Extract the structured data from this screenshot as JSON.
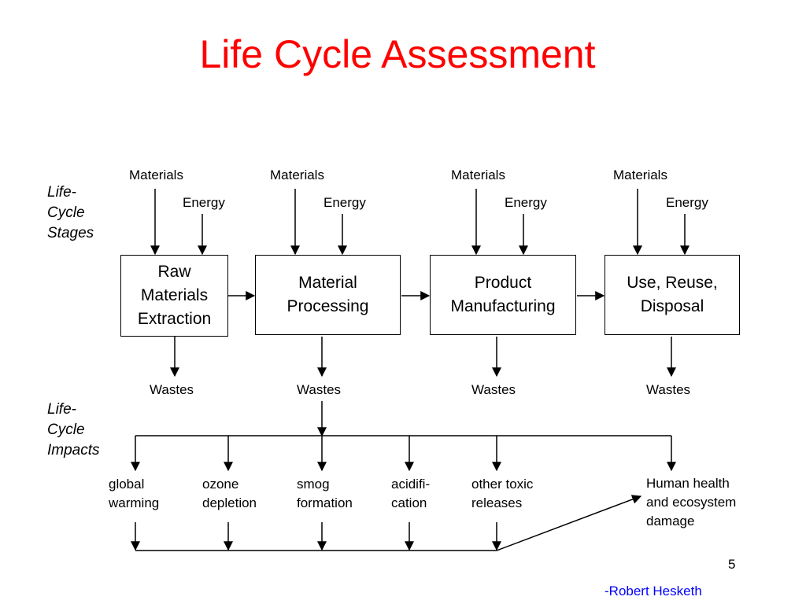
{
  "title": "Life Cycle Assessment",
  "side_labels": {
    "stages": [
      "Life-",
      "Cycle",
      "Stages"
    ],
    "impacts": [
      "Life-",
      "Cycle",
      "Impacts"
    ]
  },
  "input_labels": {
    "materials": "Materials",
    "energy": "Energy"
  },
  "stages": [
    {
      "lines": [
        "Raw",
        "Materials",
        "Extraction"
      ]
    },
    {
      "lines": [
        "Material",
        "Processing"
      ]
    },
    {
      "lines": [
        "Product",
        "Manufacturing"
      ]
    },
    {
      "lines": [
        "Use, Reuse,",
        "Disposal"
      ]
    }
  ],
  "output_label": "Wastes",
  "impacts": [
    {
      "lines": [
        "global",
        "warming"
      ]
    },
    {
      "lines": [
        "ozone",
        "depletion"
      ]
    },
    {
      "lines": [
        "smog",
        "formation"
      ]
    },
    {
      "lines": [
        "acidifi-",
        "cation"
      ]
    },
    {
      "lines": [
        "other toxic",
        "releases"
      ]
    }
  ],
  "final_impact": {
    "lines": [
      "Human health",
      "and ecosystem",
      "damage"
    ]
  },
  "page_number": "5",
  "credit": "-Robert Hesketh"
}
